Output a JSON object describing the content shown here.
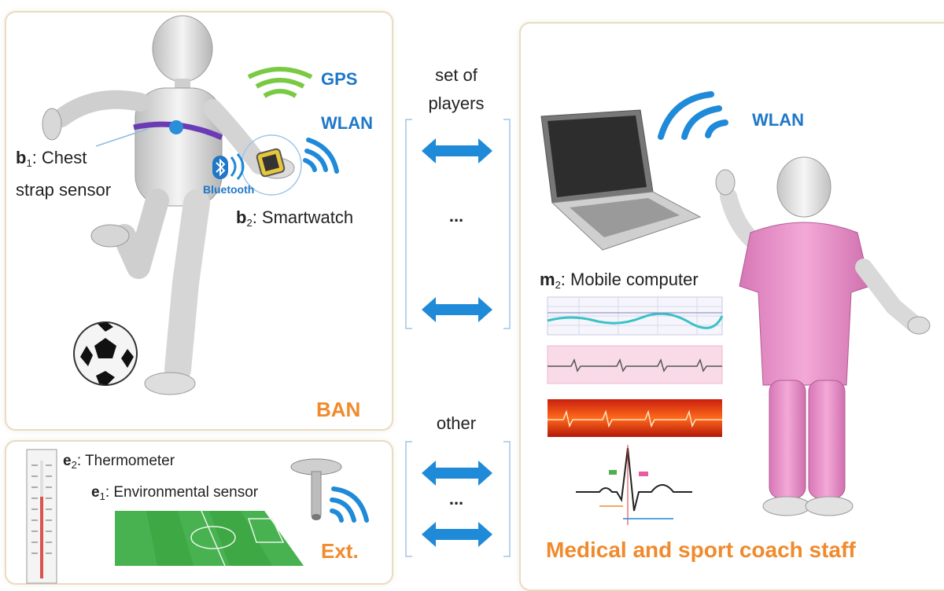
{
  "ban_panel": {
    "gps_label": "GPS",
    "wlan_label": "WLAN",
    "bluetooth_label": "Bluetooth",
    "chest": {
      "prefix": "b",
      "sub": "1",
      "line1": ": Chest",
      "line2": "strap sensor"
    },
    "watch": {
      "prefix": "b",
      "sub": "2",
      "text": ": Smartwatch"
    },
    "title": "BAN"
  },
  "ext_panel": {
    "thermo": {
      "prefix": "e",
      "sub": "2",
      "text": ": Thermometer"
    },
    "envsensor": {
      "prefix": "e",
      "sub": "1",
      "text": ": Environmental sensor"
    },
    "title": "Ext."
  },
  "middle": {
    "top_line1": "set of",
    "top_line2": "players",
    "top_ellipsis": "...",
    "bottom_label": "other",
    "bottom_ellipsis": "..."
  },
  "staff_panel": {
    "wlan_label": "WLAN",
    "mobile": {
      "prefix": "m",
      "sub": "2",
      "text": ": Mobile computer"
    },
    "title": "Medical and sport coach staff"
  },
  "colors": {
    "panel_border": "#e9dcc0",
    "title_orange": "#f08a2c",
    "wireless_blue": "#1f8ad8",
    "gps_green": "#7ac943",
    "staff_pink": "#e68fc6"
  }
}
